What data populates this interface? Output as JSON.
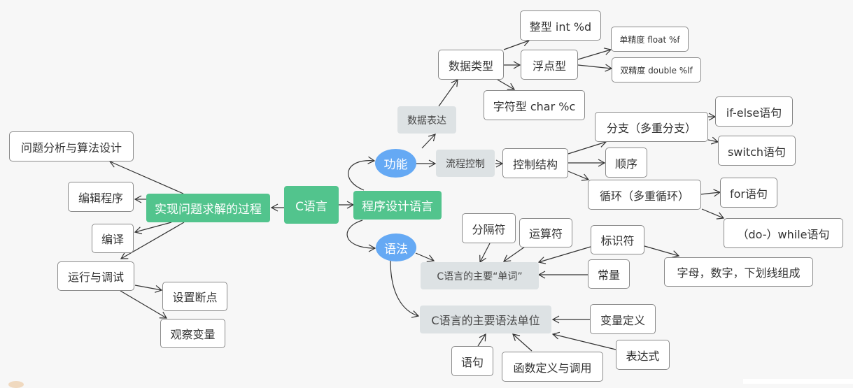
{
  "root": "C语言",
  "process": {
    "title": "实现问题求解的过程",
    "steps": [
      "问题分析与算法设计",
      "编辑程序",
      "编译",
      "运行与调试"
    ],
    "debug": [
      "设置断点",
      "观察变量"
    ]
  },
  "language": {
    "title": "程序设计语言",
    "function": {
      "title": "功能",
      "data_expression": {
        "title": "数据表达",
        "data_types": {
          "title": "数据类型",
          "int": "整型 int %d",
          "float": {
            "title": "浮点型",
            "single": "单精度 float %f",
            "double": "双精度 double %lf"
          },
          "char": "字符型 char %c"
        }
      },
      "flow_control": {
        "title": "流程控制",
        "control_structure": {
          "title": "控制结构",
          "branch": {
            "title": "分支（多重分支）",
            "if_else": "if-else语句",
            "switch": "switch语句"
          },
          "sequence": "顺序",
          "loop": {
            "title": "循环（多重循环）",
            "for": "for语句",
            "while": "（do-）while语句"
          }
        }
      }
    },
    "syntax": {
      "title": "语法",
      "words": {
        "title": "C语言的主要“单词”",
        "separator": "分隔符",
        "operator": "运算符",
        "identifier": "标识符",
        "identifier_note": "字母，数字，下划线组成",
        "constant": "常量"
      },
      "units": {
        "title": "C语言的主要语法单位",
        "variable_def": "变量定义",
        "expression": "表达式",
        "statement": "语句",
        "function_def": "函数定义与调用"
      }
    }
  },
  "colors": {
    "root_green": "#52c48d",
    "branch_blue": "#65a9f4",
    "sub_gray": "#dde2e4",
    "leaf_border": "#8a8a8a",
    "edge": "#333333",
    "background": "#f7f7f7"
  }
}
